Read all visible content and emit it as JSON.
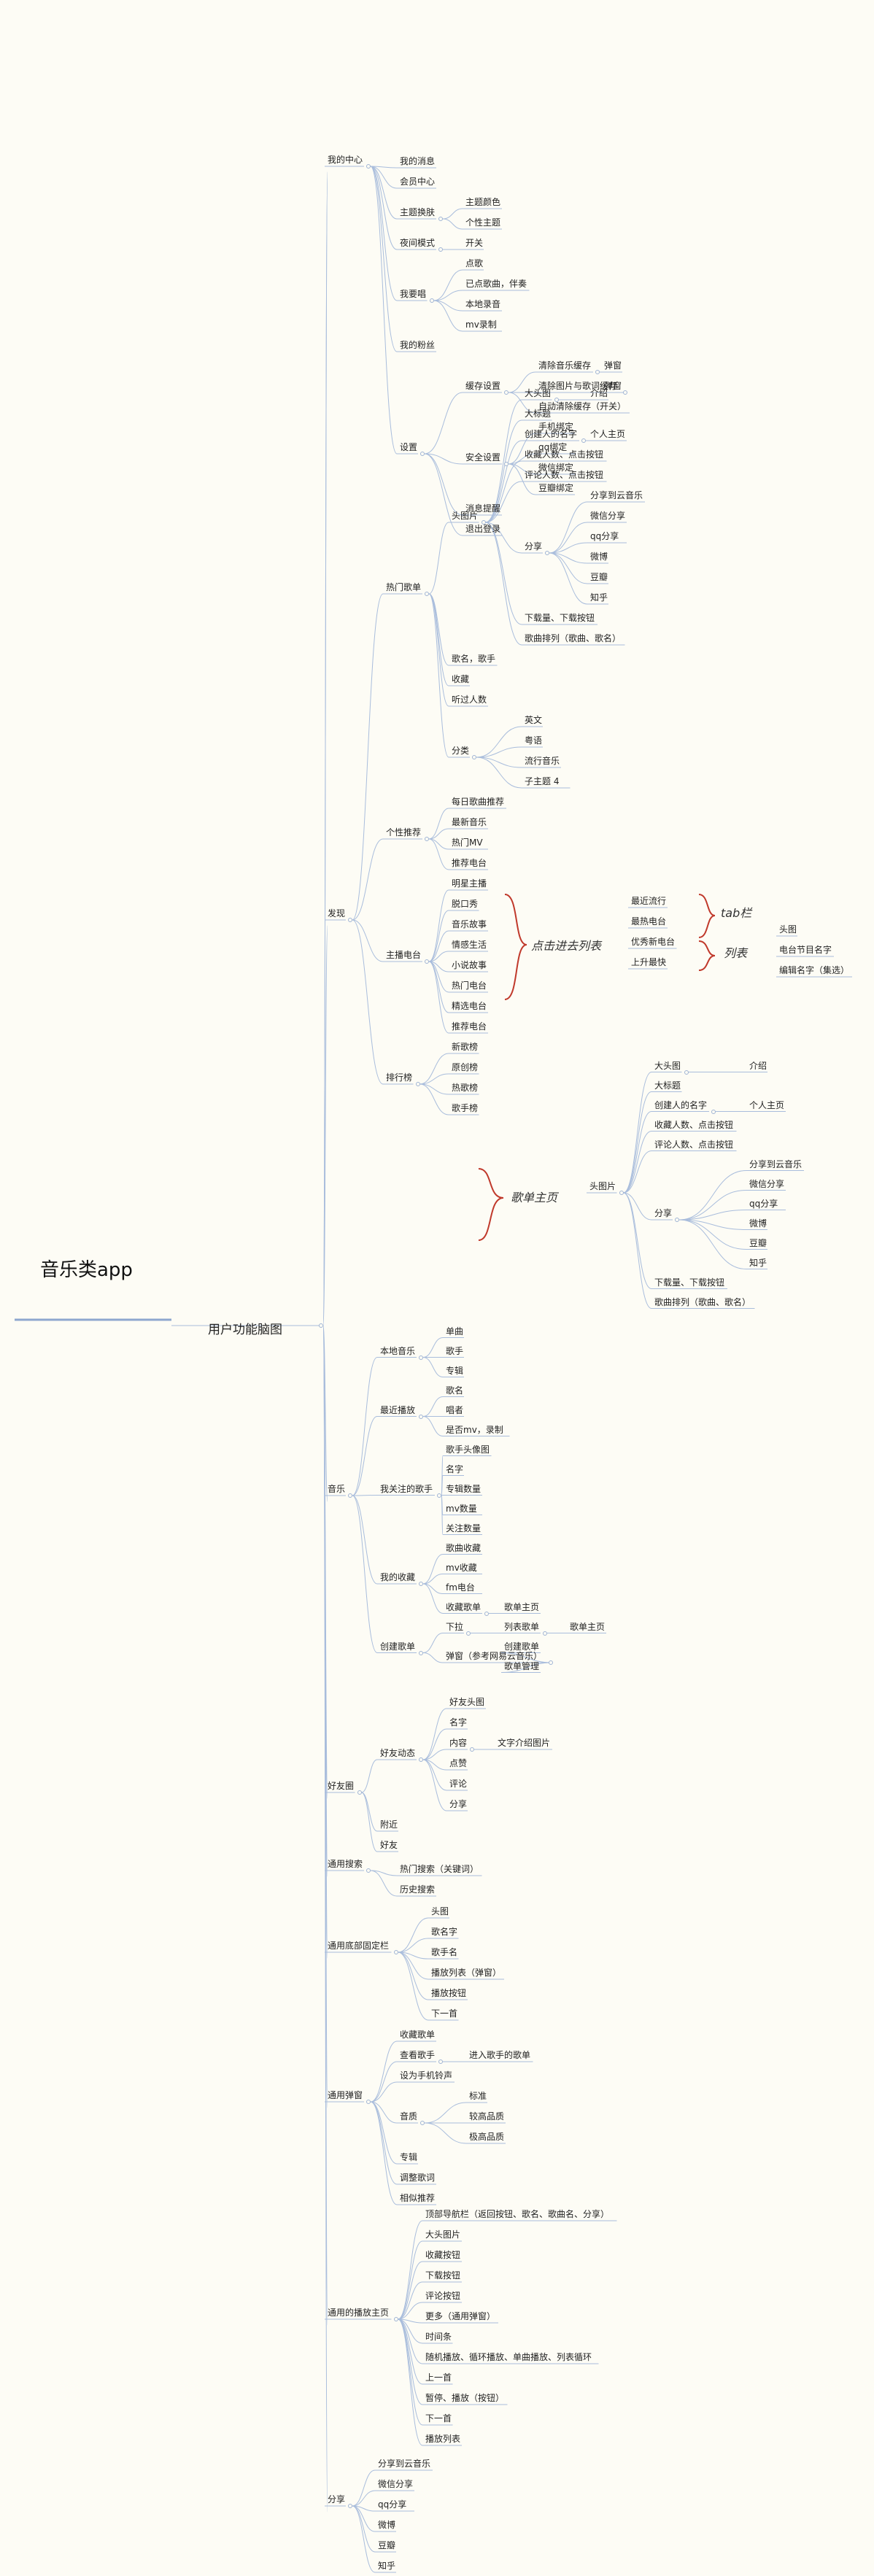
{
  "root": "音乐类app",
  "main": "用户功能脑图",
  "callouts": {
    "click": "点击进去列表",
    "tab": "tab栏",
    "list": "列表",
    "playlist": "歌单主页"
  },
  "nodes": [
    {
      "id": "my",
      "t": "我的中心",
      "c": [
        {
          "t": "我的消息"
        },
        {
          "t": "会员中心"
        },
        {
          "t": "主题换肤",
          "c": [
            {
              "t": "主题颜色"
            },
            {
              "t": "个性主题"
            }
          ]
        },
        {
          "t": "夜间模式",
          "c": [
            {
              "t": "开关"
            }
          ]
        },
        {
          "t": "我要唱",
          "c": [
            {
              "t": "点歌"
            },
            {
              "t": "已点歌曲，伴奏"
            },
            {
              "t": "本地录音"
            },
            {
              "t": "mv录制"
            }
          ]
        },
        {
          "t": "我的粉丝"
        },
        {
          "t": "设置",
          "c": [
            {
              "t": "缓存设置",
              "c": [
                {
                  "t": "清除音乐缓存",
                  "c": [
                    {
                      "t": "弹窗"
                    }
                  ]
                },
                {
                  "t": "清除图片与歌词缓存",
                  "c": [
                    {
                      "t": "弹窗"
                    }
                  ]
                },
                {
                  "t": "自动清除缓存（开关）"
                }
              ]
            },
            {
              "t": "安全设置",
              "c": [
                {
                  "t": "手机绑定"
                },
                {
                  "t": "qq绑定"
                },
                {
                  "t": "微信绑定"
                },
                {
                  "t": "豆瓣绑定"
                }
              ]
            },
            {
              "t": "消息提醒"
            },
            {
              "t": "退出登录"
            }
          ]
        }
      ]
    },
    {
      "id": "discover",
      "t": "发现",
      "c": [
        {
          "t": "热门歌单",
          "c": [
            {
              "t": "头图片",
              "c": [
                {
                  "t": "大头图",
                  "c": [
                    {
                      "t": "介绍"
                    }
                  ]
                },
                {
                  "t": "大标题"
                },
                {
                  "t": "创建人的名字",
                  "c": [
                    {
                      "t": "个人主页"
                    }
                  ]
                },
                {
                  "t": "收藏人数、点击按钮"
                },
                {
                  "t": "评论人数、点击按钮"
                },
                {
                  "t": "分享",
                  "c": [
                    {
                      "t": "分享到云音乐"
                    },
                    {
                      "t": "微信分享"
                    },
                    {
                      "t": "qq分享"
                    },
                    {
                      "t": "微博"
                    },
                    {
                      "t": "豆瓣"
                    },
                    {
                      "t": "知乎"
                    }
                  ]
                },
                {
                  "t": "下载量、下载按钮"
                },
                {
                  "t": "歌曲排列（歌曲、歌名）"
                }
              ]
            },
            {
              "t": "歌名，歌手"
            },
            {
              "t": "收藏"
            },
            {
              "t": "听过人数"
            },
            {
              "t": "分类",
              "c": [
                {
                  "t": "英文"
                },
                {
                  "t": "粤语"
                },
                {
                  "t": "流行音乐"
                },
                {
                  "t": "子主题 4"
                }
              ]
            }
          ]
        },
        {
          "t": "个性推荐",
          "c": [
            {
              "t": "每日歌曲推荐"
            },
            {
              "t": "最新音乐"
            },
            {
              "t": "热门MV"
            },
            {
              "t": "推荐电台"
            }
          ]
        },
        {
          "t": "主播电台",
          "c": [
            {
              "t": "明星主播"
            },
            {
              "t": "脱口秀"
            },
            {
              "t": "音乐故事"
            },
            {
              "t": "情感生活"
            },
            {
              "t": "小说故事"
            },
            {
              "t": "热门电台"
            },
            {
              "t": "精选电台"
            },
            {
              "t": "推荐电台"
            }
          ]
        },
        {
          "t": "排行榜",
          "c": [
            {
              "t": "新歌榜"
            },
            {
              "t": "原创榜"
            },
            {
              "t": "热歌榜"
            },
            {
              "t": "歌手榜"
            }
          ]
        }
      ]
    },
    {
      "id": "radio-list",
      "t": "",
      "c": [
        {
          "t": "最近流行"
        },
        {
          "t": "最热电台"
        },
        {
          "t": "优秀新电台"
        },
        {
          "t": "上升最快"
        }
      ]
    },
    {
      "id": "radio-detail",
      "t": "",
      "c": [
        {
          "t": "头图"
        },
        {
          "t": "电台节目名字"
        },
        {
          "t": "编辑名字（集选）"
        }
      ]
    },
    {
      "id": "rank-detail",
      "t": "头图片",
      "c": [
        {
          "t": "大头图",
          "c": [
            {
              "t": "介绍"
            }
          ]
        },
        {
          "t": "大标题"
        },
        {
          "t": "创建人的名字",
          "c": [
            {
              "t": "个人主页"
            }
          ]
        },
        {
          "t": "收藏人数、点击按钮"
        },
        {
          "t": "评论人数、点击按钮"
        },
        {
          "t": "分享",
          "c": [
            {
              "t": "分享到云音乐"
            },
            {
              "t": "微信分享"
            },
            {
              "t": "qq分享"
            },
            {
              "t": "微博"
            },
            {
              "t": "豆瓣"
            },
            {
              "t": "知乎"
            }
          ]
        },
        {
          "t": "下载量、下载按钮"
        },
        {
          "t": "歌曲排列（歌曲、歌名）"
        }
      ]
    },
    {
      "id": "music",
      "t": "音乐",
      "c": [
        {
          "t": "本地音乐",
          "c": [
            {
              "t": "单曲"
            },
            {
              "t": "歌手"
            },
            {
              "t": "专辑"
            }
          ]
        },
        {
          "t": "最近播放",
          "c": [
            {
              "t": "歌名"
            },
            {
              "t": "唱者"
            },
            {
              "t": "是否mv，录制"
            }
          ]
        },
        {
          "t": "我关注的歌手",
          "c": [
            {
              "t": "歌手头像图"
            },
            {
              "t": "名字"
            },
            {
              "t": "专辑数量"
            },
            {
              "t": "mv数量"
            },
            {
              "t": "关注数量"
            }
          ]
        },
        {
          "t": "我的收藏",
          "c": [
            {
              "t": "歌曲收藏"
            },
            {
              "t": "mv收藏"
            },
            {
              "t": "fm电台"
            },
            {
              "t": "收藏歌单",
              "c": [
                {
                  "t": "歌单主页"
                }
              ]
            }
          ]
        },
        {
          "t": "创建歌单",
          "c": [
            {
              "t": "下拉",
              "c": [
                {
                  "t": "列表歌单",
                  "c": [
                    {
                      "t": "歌单主页"
                    }
                  ]
                }
              ]
            },
            {
              "t": "弹窗（参考网易云音乐）",
              "c": [
                {
                  "t": "创建歌单"
                },
                {
                  "t": "歌单管理"
                }
              ]
            }
          ]
        }
      ]
    },
    {
      "id": "friends",
      "t": "好友圈",
      "c": [
        {
          "t": "好友动态",
          "c": [
            {
              "t": "好友头图"
            },
            {
              "t": "名字"
            },
            {
              "t": "内容",
              "c": [
                {
                  "t": "文字介绍图片"
                }
              ]
            },
            {
              "t": "点赞"
            },
            {
              "t": "评论"
            },
            {
              "t": "分享"
            }
          ]
        },
        {
          "t": "附近"
        },
        {
          "t": "好友"
        }
      ]
    },
    {
      "id": "search",
      "t": "通用搜索",
      "c": [
        {
          "t": "热门搜索（关键词）"
        },
        {
          "t": "历史搜索"
        }
      ]
    },
    {
      "id": "bottom",
      "t": "通用底部固定栏",
      "c": [
        {
          "t": "头图"
        },
        {
          "t": "歌名字"
        },
        {
          "t": "歌手名"
        },
        {
          "t": "播放列表（弹窗）"
        },
        {
          "t": "播放按钮"
        },
        {
          "t": "下一首"
        }
      ]
    },
    {
      "id": "popup",
      "t": "通用弹窗",
      "c": [
        {
          "t": "收藏歌单"
        },
        {
          "t": "查看歌手",
          "c": [
            {
              "t": "进入歌手的歌单"
            }
          ]
        },
        {
          "t": "设为手机铃声"
        },
        {
          "t": "音质",
          "c": [
            {
              "t": "标准"
            },
            {
              "t": "较高品质"
            },
            {
              "t": "极高品质"
            }
          ]
        },
        {
          "t": "专辑"
        },
        {
          "t": "调整歌词"
        },
        {
          "t": "相似推荐"
        }
      ]
    },
    {
      "id": "player",
      "t": "通用的播放主页",
      "c": [
        {
          "t": "顶部导航栏（返回按钮、歌名、歌曲名、分享）"
        },
        {
          "t": "大头图片"
        },
        {
          "t": "收藏按钮"
        },
        {
          "t": "下载按钮"
        },
        {
          "t": "评论按钮"
        },
        {
          "t": "更多（通用弹窗）"
        },
        {
          "t": "时间条"
        },
        {
          "t": "随机播放、循环播放、单曲播放、列表循环"
        },
        {
          "t": "上一首"
        },
        {
          "t": "暂停、播放（按钮）"
        },
        {
          "t": "下一首"
        },
        {
          "t": "播放列表"
        }
      ]
    },
    {
      "id": "share",
      "t": "分享",
      "c": [
        {
          "t": "分享到云音乐"
        },
        {
          "t": "微信分享"
        },
        {
          "t": "qq分享"
        },
        {
          "t": "微博"
        },
        {
          "t": "豆瓣"
        },
        {
          "t": "知乎"
        }
      ]
    }
  ]
}
